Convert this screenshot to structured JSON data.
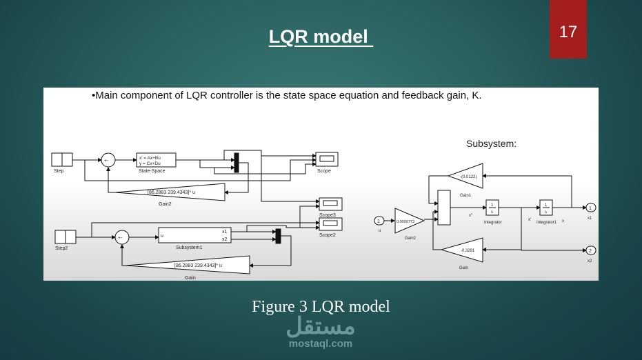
{
  "slide": {
    "title": "LQR model ",
    "slide_number": "17",
    "caption": "Figure 3 LQR model",
    "accent_color": "#a41e1d",
    "background_color": "#2a615f"
  },
  "figure": {
    "bullet": "•Main component of LQR controller is the state space equation and feedback gain, K.",
    "top_model": {
      "step": "Step",
      "state_space_line1": "x' = Ax+Bu",
      "state_space_line2": "y = Cx+Du",
      "state_space": "State-Space",
      "scope": "Scope",
      "gain_expr": "[86.2883 239.4343]* u",
      "gain_label": "Gain2",
      "sum_signs": "+-"
    },
    "bottom_model": {
      "step": "Step2",
      "subsystem": "Subsystem1",
      "port_in": "u",
      "port_x1": "x1",
      "port_x2": "x2",
      "scope3": "Scope3",
      "scope2": "Scope2",
      "gain_expr": "[86.2883 239.4343]* u",
      "gain_label": "Gain"
    },
    "subsystem": {
      "heading": "Subsystem:",
      "in1": "1",
      "in1_label": "u",
      "gain2_value": "0.0009773",
      "gain2_label": "Gain2",
      "gain1_value": "-(0.0122)",
      "gain1_label": "Gain1",
      "gain_value": "-0.3291",
      "gain_label": "Gain",
      "integrator_num": "1",
      "integrator_den": "s",
      "integrator_label": "Integrator",
      "integrator1_label": "Integrator1",
      "signal_xdd": "x''",
      "signal_xd": "x'",
      "signal_x": "x",
      "out1": "1",
      "out1_label": "x1",
      "out2": "2",
      "out2_label": "x2"
    }
  },
  "watermark": {
    "arabic": "مستقل",
    "latin": "mostaql.com"
  }
}
